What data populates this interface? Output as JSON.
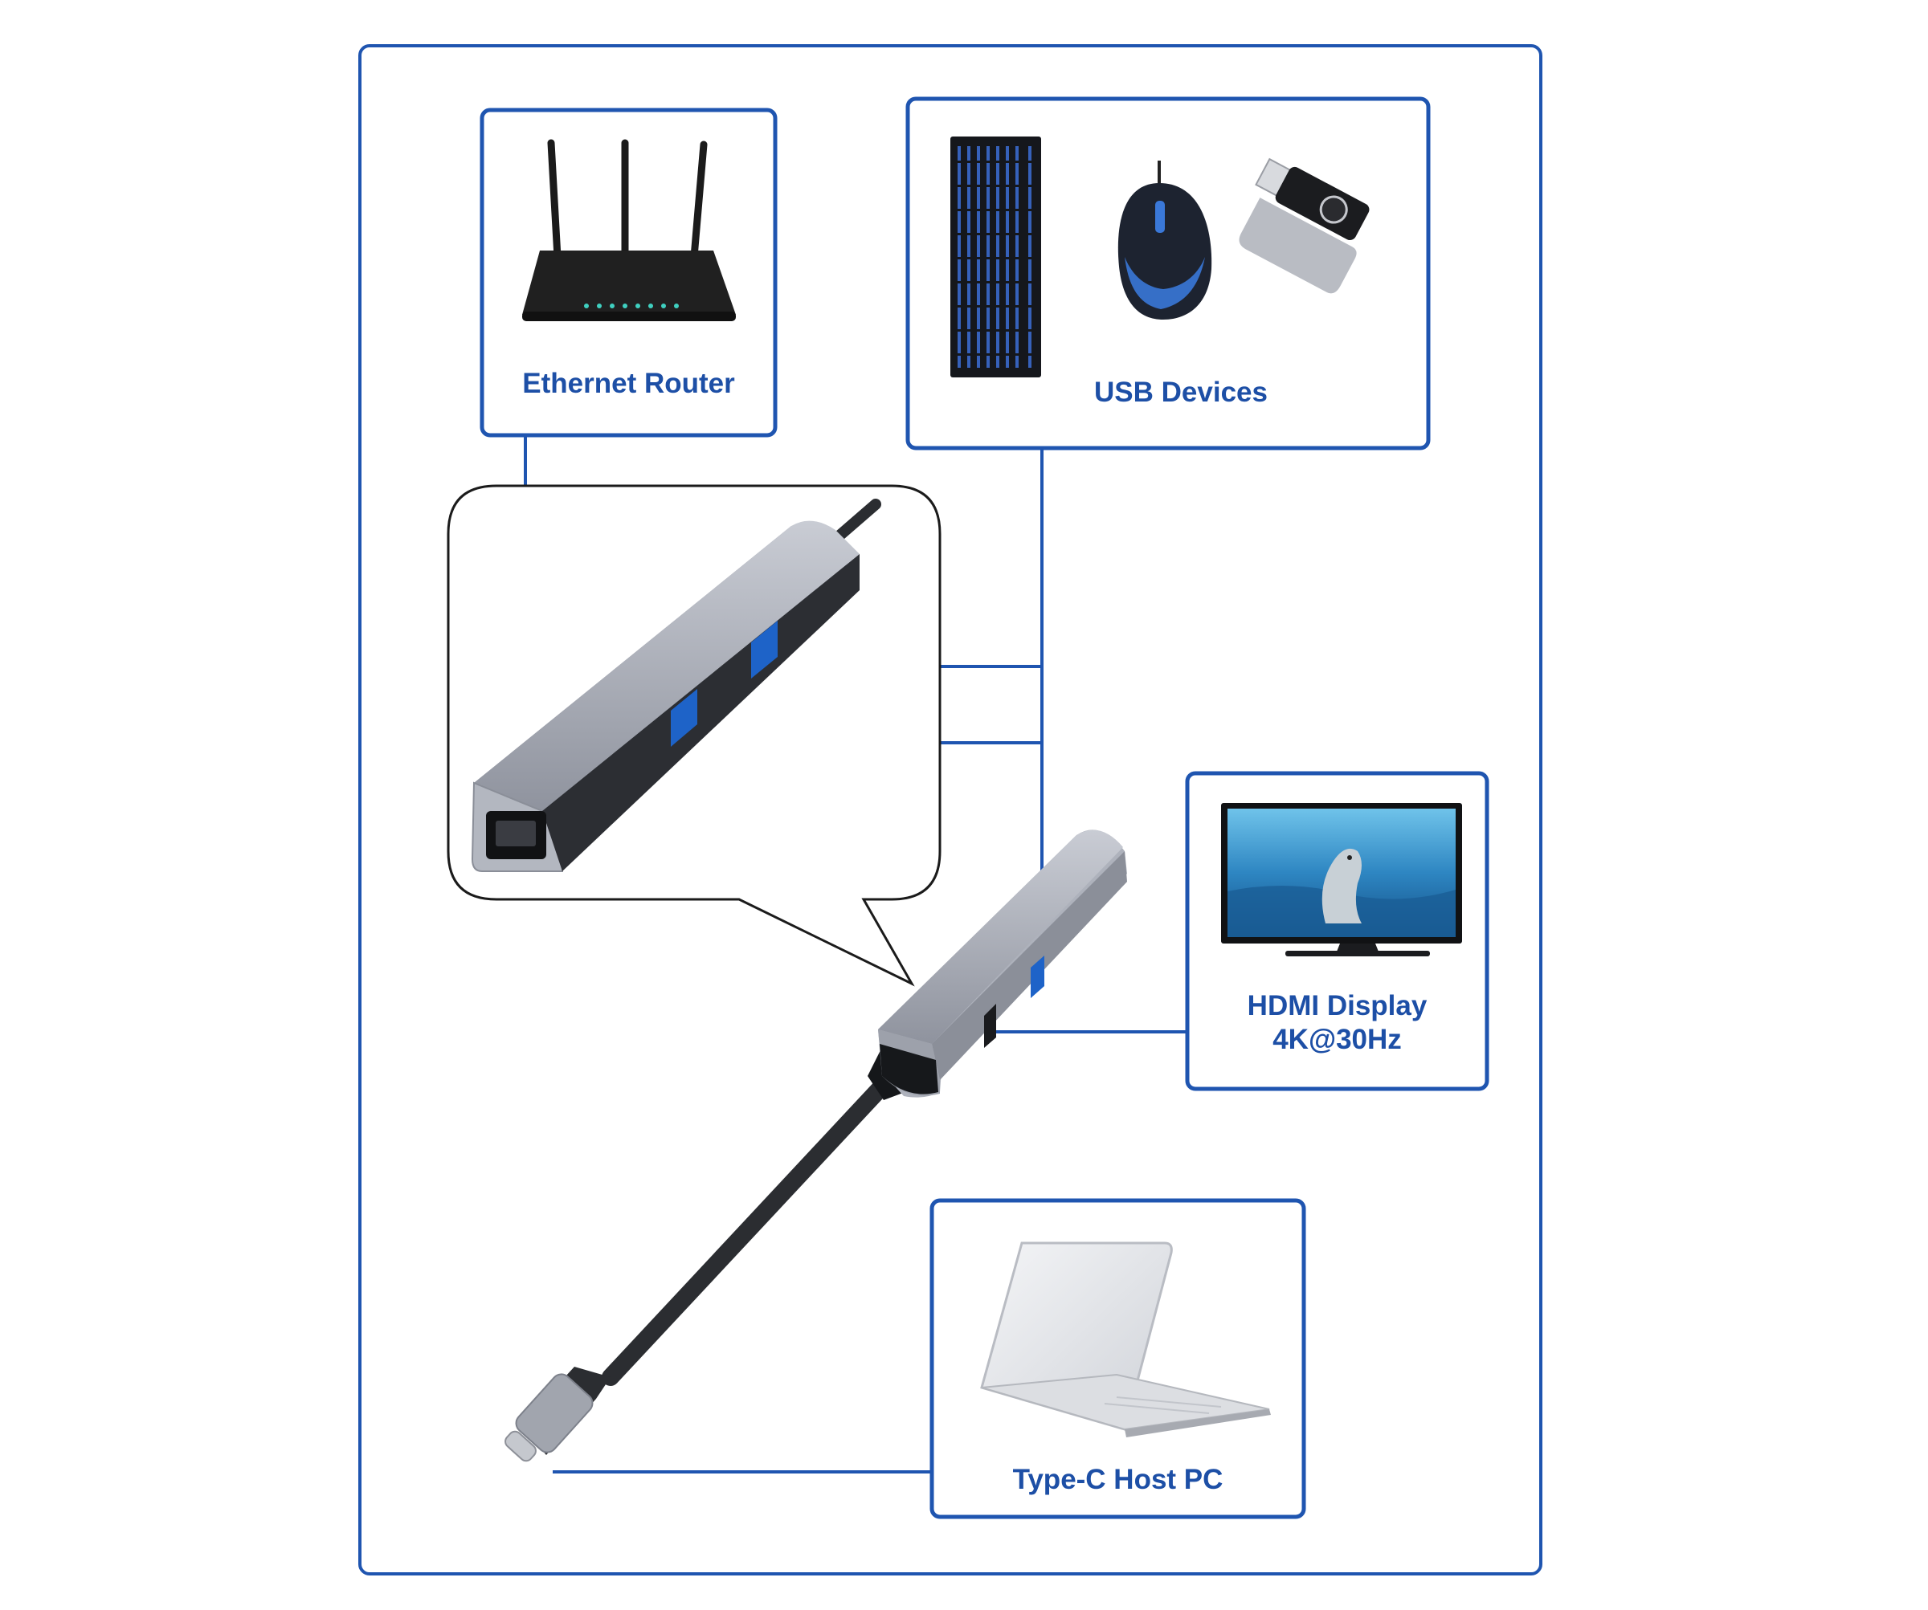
{
  "diagram": {
    "colors": {
      "frame": "#1f55b0",
      "box_border": "#1f55b0",
      "connector": "#1f55b0",
      "label": "#1d4fa6",
      "hub_body": "#a9adb8",
      "cable": "#2b2d31"
    },
    "nodes": {
      "router": {
        "label": "Ethernet Router"
      },
      "usb": {
        "label": "USB Devices"
      },
      "hdmi": {
        "line1": "HDMI Display",
        "line2": "4K@30Hz"
      },
      "host": {
        "label": "Type-C Host PC"
      }
    },
    "icons": [
      "router-icon",
      "keyboard-icon",
      "mouse-icon",
      "usb-flash-drive-icon",
      "tv-display-icon",
      "laptop-icon",
      "usb-c-hub-icon",
      "usb-c-plug-icon"
    ]
  }
}
